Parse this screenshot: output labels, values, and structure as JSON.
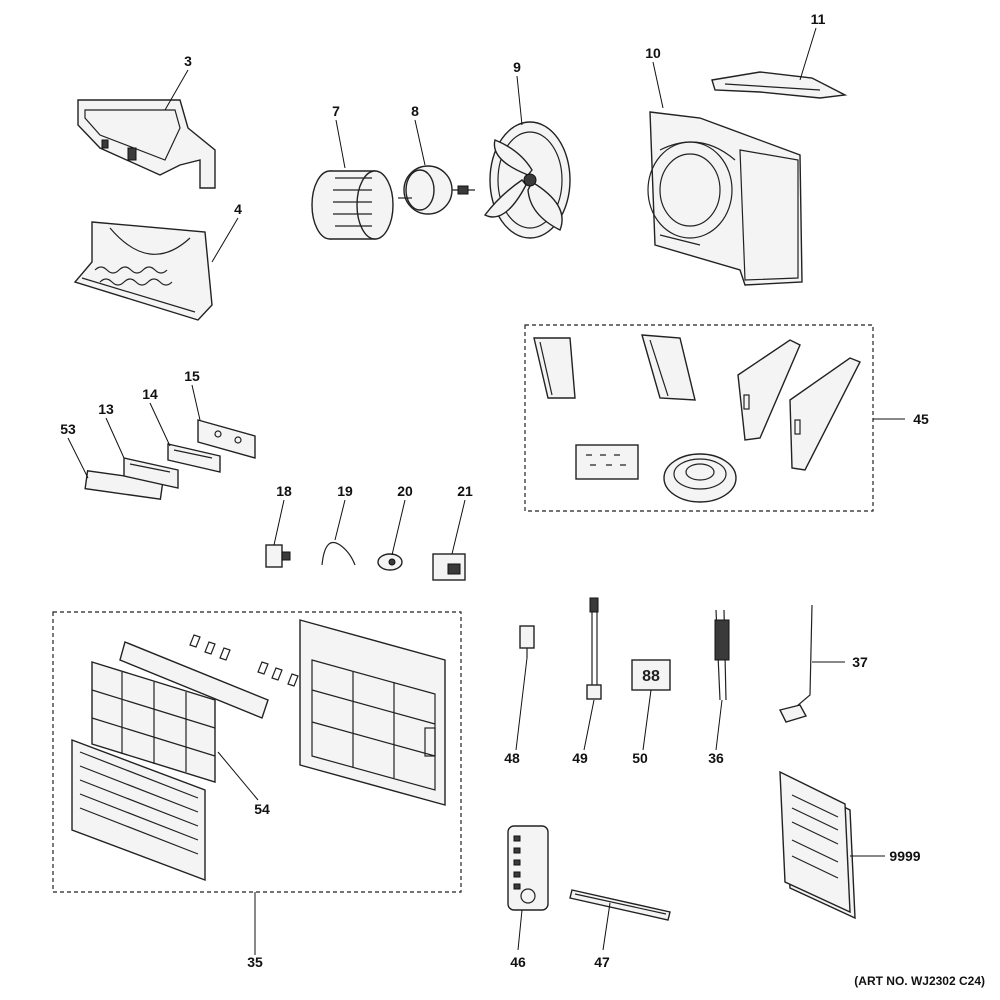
{
  "callouts": [
    "3",
    "4",
    "7",
    "8",
    "9",
    "10",
    "11",
    "13",
    "14",
    "15",
    "18",
    "19",
    "20",
    "21",
    "35",
    "36",
    "37",
    "45",
    "46",
    "47",
    "48",
    "49",
    "50",
    "53",
    "54",
    "9999"
  ],
  "art_number": "(ART NO. WJ2302 C24)",
  "display_digits": "88"
}
